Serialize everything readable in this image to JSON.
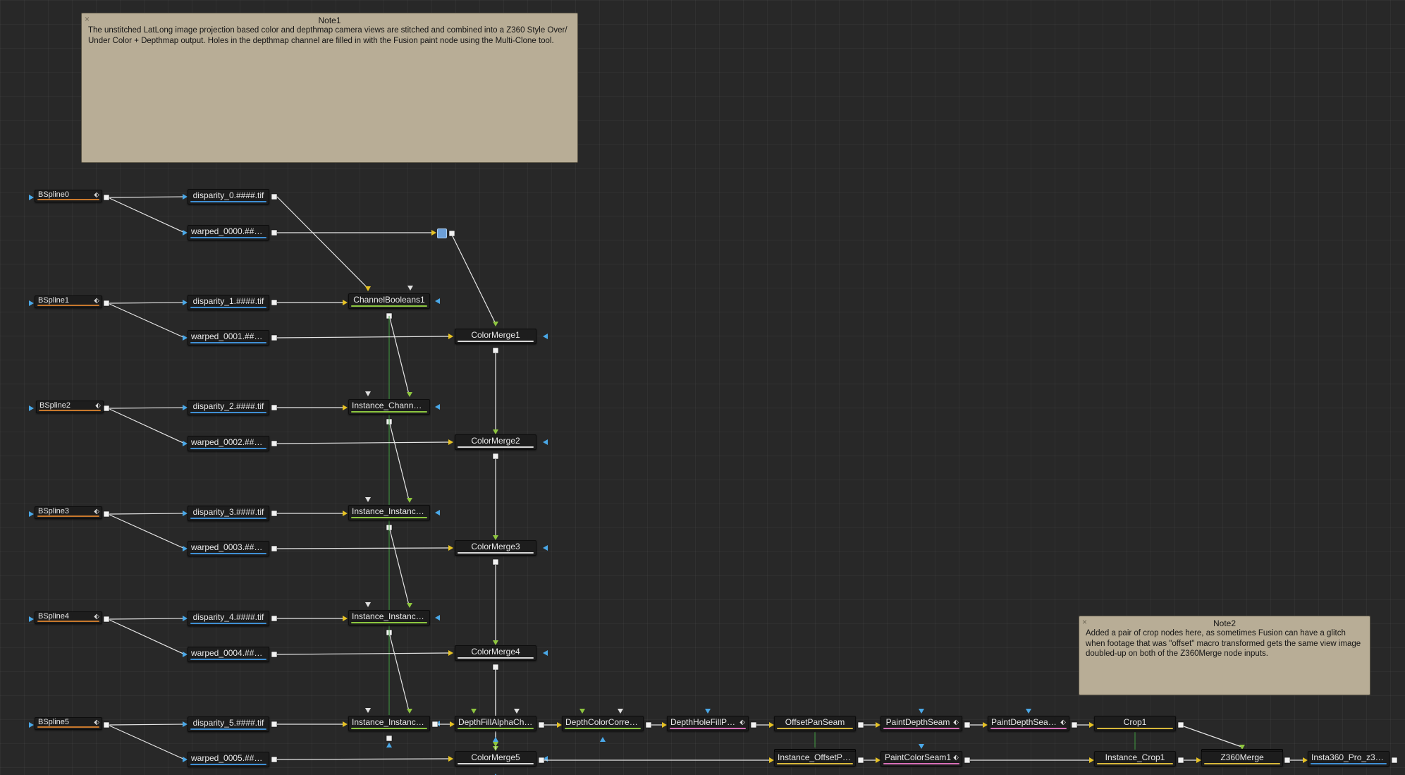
{
  "notes": [
    {
      "title": "Note1",
      "text": "The unstitched LatLong image projection based color and depthmap camera views are stitched and combined into a Z360 Style Over/ Under Color + Depthmap output. Holes in the depthmap channel are filled in with the Fusion paint node using the Multi-Clone tool."
    },
    {
      "title": "Note2",
      "text": "Added a pair of crop nodes here, as sometimes Fusion can have a glitch when footage that was \"offset\" macro transformed gets the same view image doubled-up on both of the Z360Merge node inputs."
    }
  ],
  "nodes": {
    "bspline0": "BSpline0",
    "bspline1": "BSpline1",
    "bspline2": "BSpline2",
    "bspline3": "BSpline3",
    "bspline4": "BSpline4",
    "bspline5": "BSpline5",
    "disparity0": "disparity_0.####.tif",
    "disparity1": "disparity_1.####.tif",
    "disparity2": "disparity_2.####.tif",
    "disparity3": "disparity_3.####.tif",
    "disparity4": "disparity_4.####.tif",
    "disparity5": "disparity_5.####.tif",
    "warped0": "warped_0000.####...",
    "warped1": "warped_0001.####...",
    "warped2": "warped_0002.####...",
    "warped3": "warped_0003.####...",
    "warped4": "warped_0004.####...",
    "warped5": "warped_0005.####...",
    "channelBooleans1": "ChannelBooleans1",
    "instChannelB": "Instance_ChannelB...",
    "instInst3": "Instance_Instance_...",
    "instInst4": "Instance_Instance_...",
    "instInst5": "Instance_Instance_...",
    "colorMerge1": "ColorMerge1",
    "colorMerge2": "ColorMerge2",
    "colorMerge3": "ColorMerge3",
    "colorMerge4": "ColorMerge4",
    "colorMerge5": "ColorMerge5",
    "depthFillAlpha": "DepthFillAlphaCha...",
    "depthColorCorrect": "DepthColorCorrect...",
    "depthHoleFill": "DepthHoleFillPai...",
    "offsetPanSeam": "OffsetPanSeam",
    "instanceOffsetPan": "Instance_OffsetPan...",
    "paintDepthSeam": "PaintDepthSeam",
    "paintDepthSeam2": "PaintDepthSeam2",
    "paintColorSeam1": "PaintColorSeam1",
    "crop1": "Crop1",
    "instanceCrop1": "Instance_Crop1",
    "z360Merge": "Z360Merge",
    "insta360": "Insta360_Pro_z360..."
  },
  "icons": {
    "note_close": "×",
    "modifier": "⬖",
    "paint": "⬖"
  },
  "colors": {
    "background": "#282828",
    "note": "#b8ad96",
    "wire": "#e6e6e6",
    "wire_green": "#3f9b3f",
    "arrow_yellow": "#e6c224",
    "arrow_green": "#8ec63f",
    "arrow_blue": "#4aa8e8",
    "stripe_orange": "#c8782c",
    "stripe_blue": "#3f8fd4",
    "stripe_green": "#8cc63f",
    "stripe_white": "#d8d8d8",
    "stripe_pink": "#d86fb8",
    "stripe_yellow": "#d8b83a"
  }
}
